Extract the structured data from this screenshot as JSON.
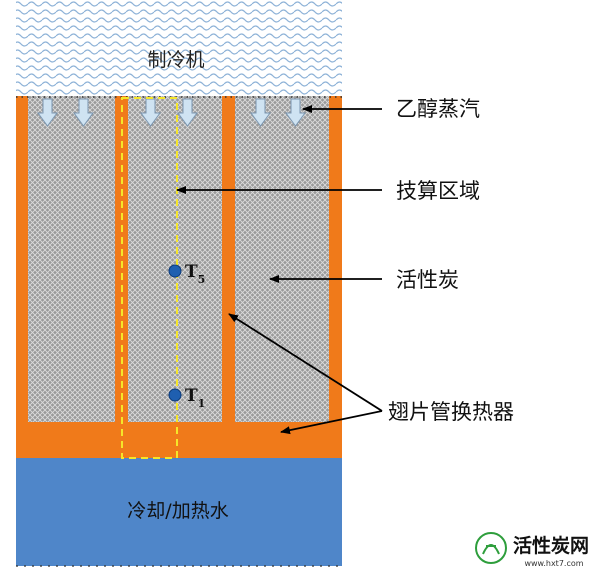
{
  "diagram": {
    "top_region_label": "制冷机",
    "bottom_region_label": "冷却/加热水",
    "callouts": {
      "ethanol_vapor": "乙醇蒸汽",
      "compute_region": "技算区域",
      "activated_carbon": "活性炭",
      "fin_heat_exchanger": "翅片管换热器"
    },
    "points": [
      {
        "symbol": "T",
        "subscript": "5"
      },
      {
        "symbol": "T",
        "subscript": "1"
      }
    ]
  },
  "watermark": {
    "brand": "活性炭网",
    "url": "www.hxt7.com"
  },
  "colors": {
    "fin_orange": "#f07a1a",
    "water_blue": "#4f86c9",
    "wave_blue": "#8fb3d8",
    "dashed_yellow": "#f5e62a",
    "arrow_blue": "#cfe3f2",
    "point_blue": "#1f5fb0",
    "logo_green": "#2e9e3c"
  }
}
